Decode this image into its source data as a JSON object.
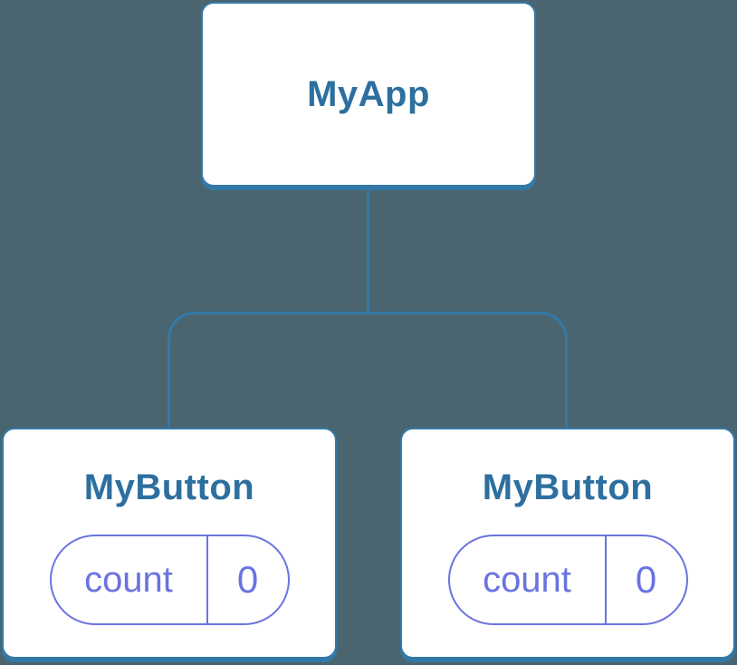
{
  "colors": {
    "background": "#4a6570",
    "node_fill": "#ffffff",
    "stroke_blue": "#3379a8",
    "label_blue": "#2d6f9f",
    "state_purple": "#6a73e0"
  },
  "tree": {
    "root": {
      "label": "MyApp"
    },
    "children": [
      {
        "label": "MyButton",
        "state": {
          "key": "count",
          "value": "0"
        }
      },
      {
        "label": "MyButton",
        "state": {
          "key": "count",
          "value": "0"
        }
      }
    ]
  }
}
